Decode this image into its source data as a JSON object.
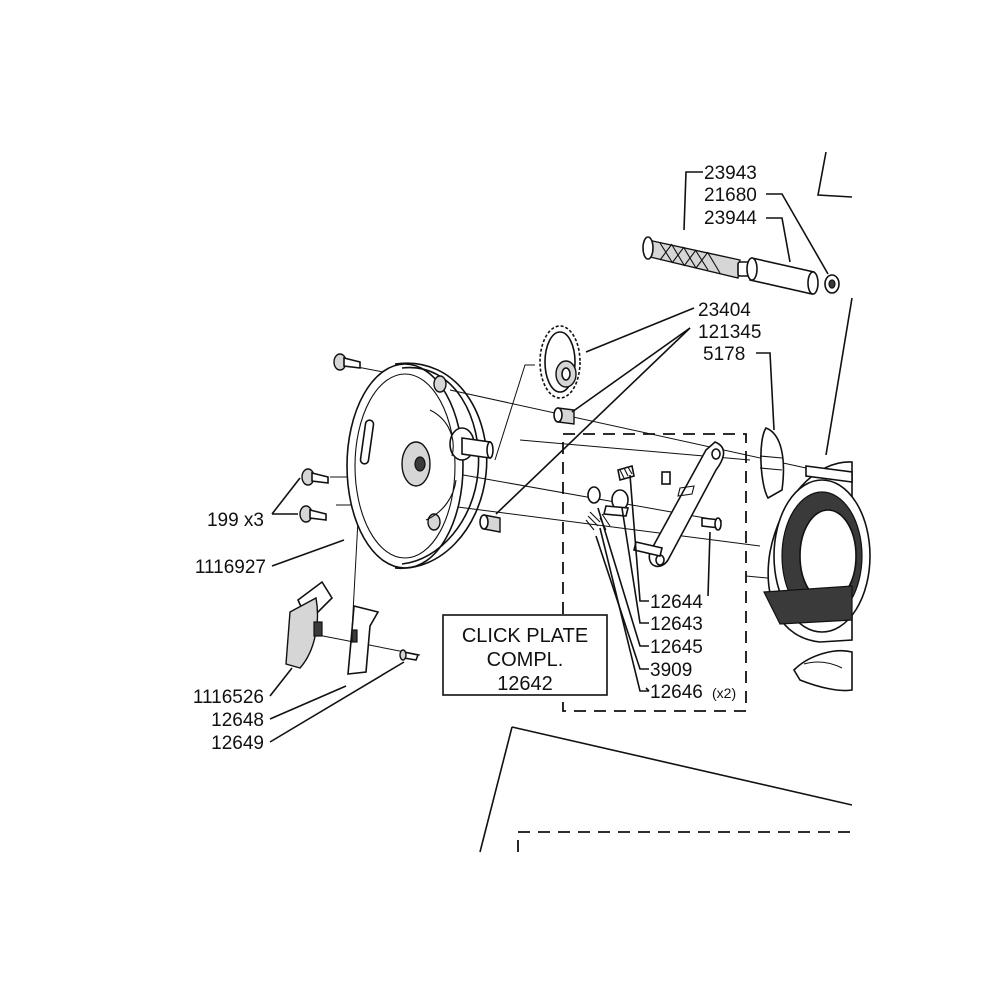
{
  "diagram": {
    "labels": {
      "p23943": "23943",
      "p21680": "21680",
      "p23944": "23944",
      "p23404": "23404",
      "p121345": "121345",
      "p5178": "5178",
      "p199": "199 x3",
      "p1116927": "1116927",
      "p12644": "12644",
      "p12643": "12643",
      "p12645": "12645",
      "p3909": "3909",
      "p12646": "12646",
      "p12646_qty": "(x2)",
      "p1116526": "1116526",
      "p12648": "12648",
      "p12649": "12649"
    },
    "click_plate_box": {
      "line1": "CLICK PLATE",
      "line2": "COMPL.",
      "line3": "12642"
    }
  }
}
